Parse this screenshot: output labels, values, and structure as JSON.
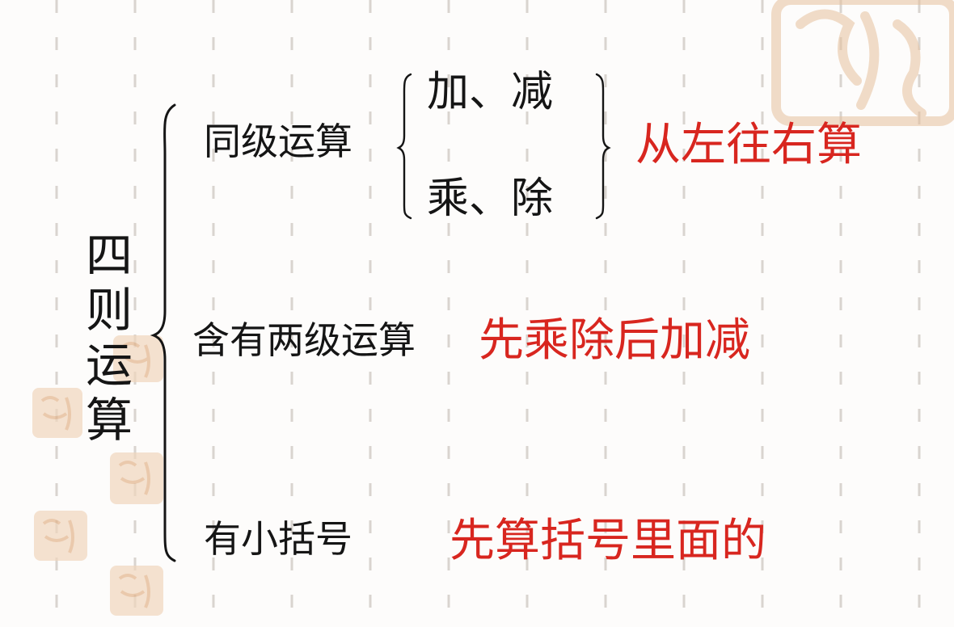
{
  "colors": {
    "text": "#151515",
    "accent": "#d8261f",
    "background": "#fdfcfb",
    "grid_dash": "#d9d4cf",
    "seal": "#e9c7a7"
  },
  "title": "四则运算",
  "branches": {
    "same_level": {
      "label": "同级运算",
      "items": [
        "加、减",
        "乘、除"
      ],
      "rule": "从左往右算"
    },
    "two_levels": {
      "label": "含有两级运算",
      "rule": "先乘除后加减"
    },
    "parentheses": {
      "label": "有小括号",
      "rule": "先算括号里面的"
    }
  },
  "decorations": {
    "seal_icon": "seal-stamp-icon"
  }
}
